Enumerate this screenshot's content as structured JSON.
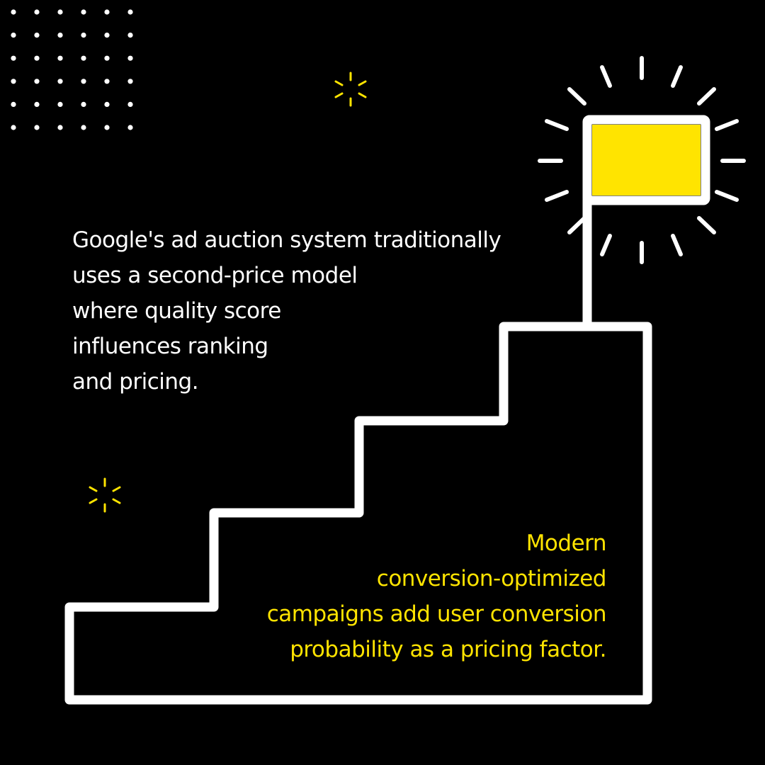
{
  "colors": {
    "background": "#000000",
    "line": "#ffffff",
    "accent": "#ffe400",
    "dots": "#ffffff"
  },
  "icons": {
    "sparkle_top": "sparkle-icon",
    "sparkle_left": "sparkle-icon",
    "flag": "flag-icon",
    "stairs": "stairs-icon",
    "dot_grid": "dot-grid"
  },
  "main_text": {
    "lines": [
      "Google's ad auction system traditionally",
      "uses a second-price model",
      "where quality score",
      "influences ranking",
      "and pricing."
    ]
  },
  "accent_text": {
    "lines": [
      "Modern",
      "conversion-optimized",
      "campaigns add user conversion",
      "probability as a pricing factor."
    ]
  }
}
